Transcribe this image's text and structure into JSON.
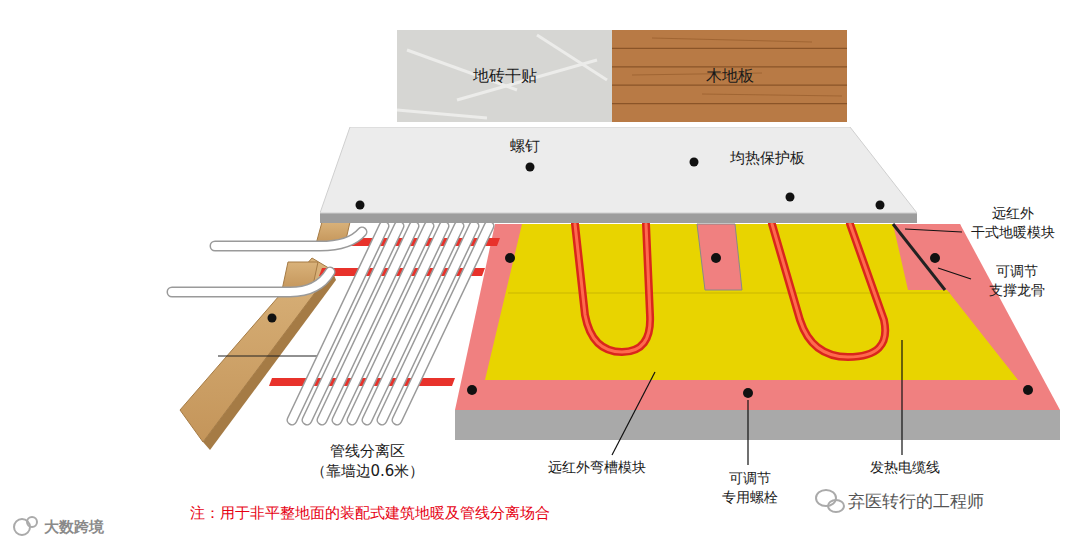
{
  "diagram": {
    "nodes": [
      {
        "text": [
          "地砖干贴"
        ]
      },
      {
        "text": [
          "木地板"
        ]
      },
      {
        "text": [
          "螺钉",
          "均热保护板"
        ]
      }
    ],
    "labels": [
      "远红外 干式地暖模块",
      "可调节 支撑龙骨",
      "管线分离区 （靠墙边0.6米）",
      "远红外弯槽模块",
      "可调节 专用螺栓",
      "发热电缆线",
      "注：用于非平整地面的装配式建筑地暖及管线分离场合",
      "大数跨境",
      "弃医转行的工程师"
    ]
  }
}
